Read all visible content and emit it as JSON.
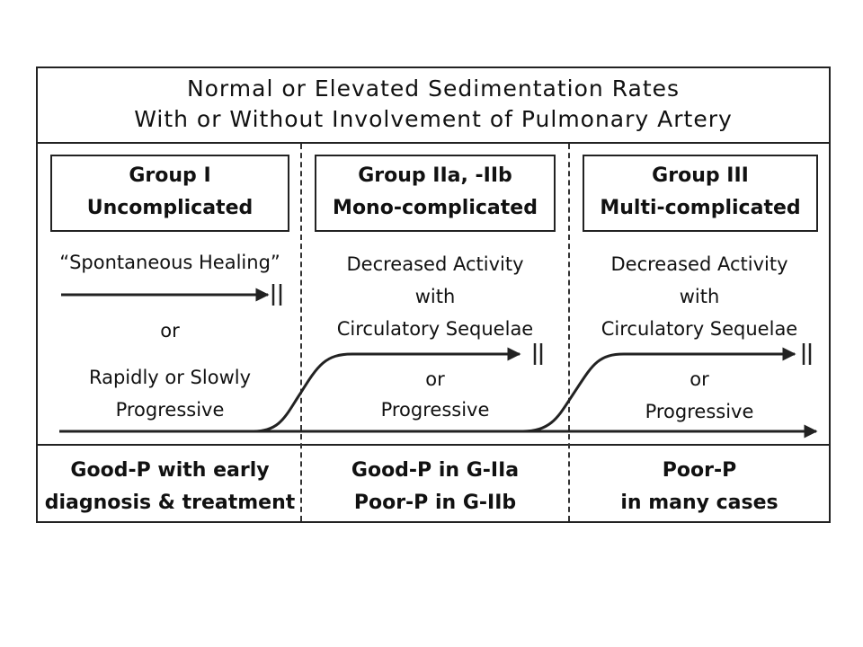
{
  "header": {
    "line1": "Normal or Elevated Sedimentation Rates",
    "line2": "With or Without Involvement of Pulmonary Artery"
  },
  "groups": [
    {
      "title_line1": "Group I",
      "title_line2": "Uncomplicated",
      "text_top": "“Spontaneous Healing”",
      "text_or": "or",
      "text_prog1": "Rapidly or Slowly",
      "text_prog2": "Progressive",
      "prognosis_line1": "Good-P with early",
      "prognosis_line2": "diagnosis & treatment"
    },
    {
      "title_line1": "Group IIa, -IIb",
      "title_line2": "Mono-complicated",
      "text_line1": "Decreased Activity",
      "text_line2": "with",
      "text_line3": "Circulatory Sequelae",
      "text_or": "or",
      "text_prog": "Progressive",
      "prognosis_line1": "Good-P in G-IIa",
      "prognosis_line2": "Poor-P in G-IIb"
    },
    {
      "title_line1": "Group III",
      "title_line2": "Multi-complicated",
      "text_line1": "Decreased Activity",
      "text_line2": "with",
      "text_line3": "Circulatory Sequelae",
      "text_or": "or",
      "text_prog": "Progressive",
      "prognosis_line1": "Poor-P",
      "prognosis_line2": "in many cases"
    }
  ],
  "colors": {
    "line": "#222222",
    "text": "#111111"
  }
}
